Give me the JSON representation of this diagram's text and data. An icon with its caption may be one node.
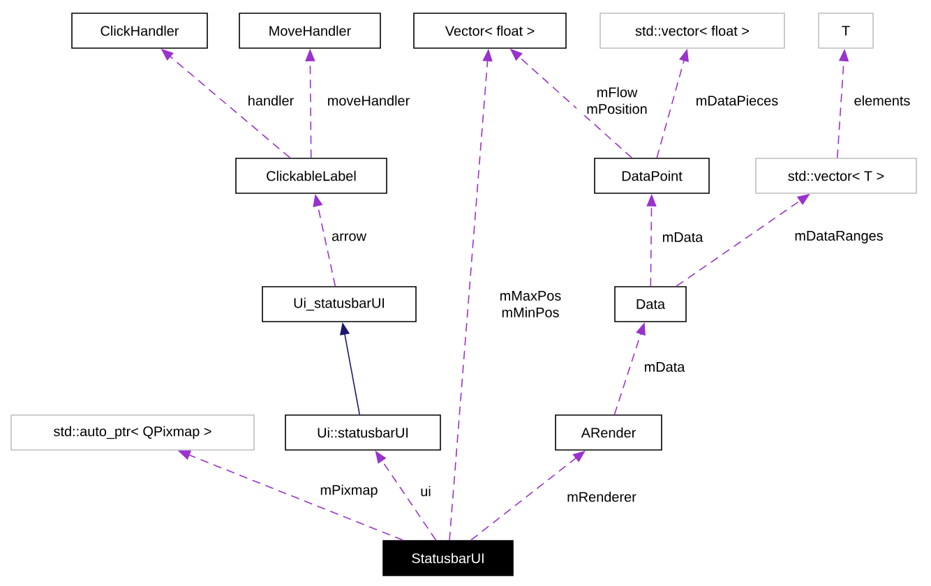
{
  "diagram": {
    "nodes": [
      {
        "text": [
          "ClickHandler"
        ]
      },
      {
        "text": [
          "MoveHandler"
        ]
      },
      {
        "text": [
          "Vector< float >"
        ]
      },
      {
        "text": [
          "std::vector< float >"
        ]
      },
      {
        "text": [
          "T"
        ]
      },
      {
        "text": [
          "ClickableLabel"
        ]
      },
      {
        "text": [
          "DataPoint"
        ]
      },
      {
        "text": [
          "std::vector< T >"
        ]
      },
      {
        "text": [
          "Ui_statusbarUI"
        ]
      },
      {
        "text": [
          "Data"
        ]
      },
      {
        "text": [
          "std::auto_ptr< QPixmap >"
        ]
      },
      {
        "text": [
          "Ui::statusbarUI"
        ]
      },
      {
        "text": [
          "ARender"
        ]
      },
      {
        "text": [
          "StatusbarUI"
        ]
      }
    ],
    "edges": [
      {
        "from": 5,
        "to": 0,
        "arrow": "to",
        "label": "handler",
        "style": "dashed"
      },
      {
        "from": 5,
        "to": 1,
        "arrow": "to",
        "label": "moveHandler",
        "style": "dashed"
      },
      {
        "from": 13,
        "to": 2,
        "arrow": "to",
        "label": "mMaxPos mMinPos",
        "style": "dashed"
      },
      {
        "from": 6,
        "to": 2,
        "arrow": "to",
        "label": "mFlow mPosition",
        "style": "dashed"
      },
      {
        "from": 6,
        "to": 3,
        "arrow": "to",
        "label": "mDataPieces",
        "style": "dashed"
      },
      {
        "from": 7,
        "to": 4,
        "arrow": "to",
        "label": "elements",
        "style": "dashed"
      },
      {
        "from": 8,
        "to": 5,
        "arrow": "to",
        "label": "arrow",
        "style": "dashed"
      },
      {
        "from": 9,
        "to": 6,
        "arrow": "to",
        "label": "mData",
        "style": "dashed"
      },
      {
        "from": 9,
        "to": 7,
        "arrow": "to",
        "label": "mDataRanges",
        "style": "dashed"
      },
      {
        "from": 11,
        "to": 8,
        "arrow": "to",
        "color": "#191970"
      },
      {
        "from": 12,
        "to": 9,
        "arrow": "to",
        "label": "mData",
        "style": "dashed"
      },
      {
        "from": 13,
        "to": 10,
        "arrow": "to",
        "label": "mPixmap",
        "style": "dashed"
      },
      {
        "from": 13,
        "to": 11,
        "arrow": "to",
        "label": "ui",
        "style": "dashed"
      },
      {
        "from": 13,
        "to": 12,
        "arrow": "to",
        "label": "mRenderer",
        "style": "dashed"
      }
    ]
  }
}
